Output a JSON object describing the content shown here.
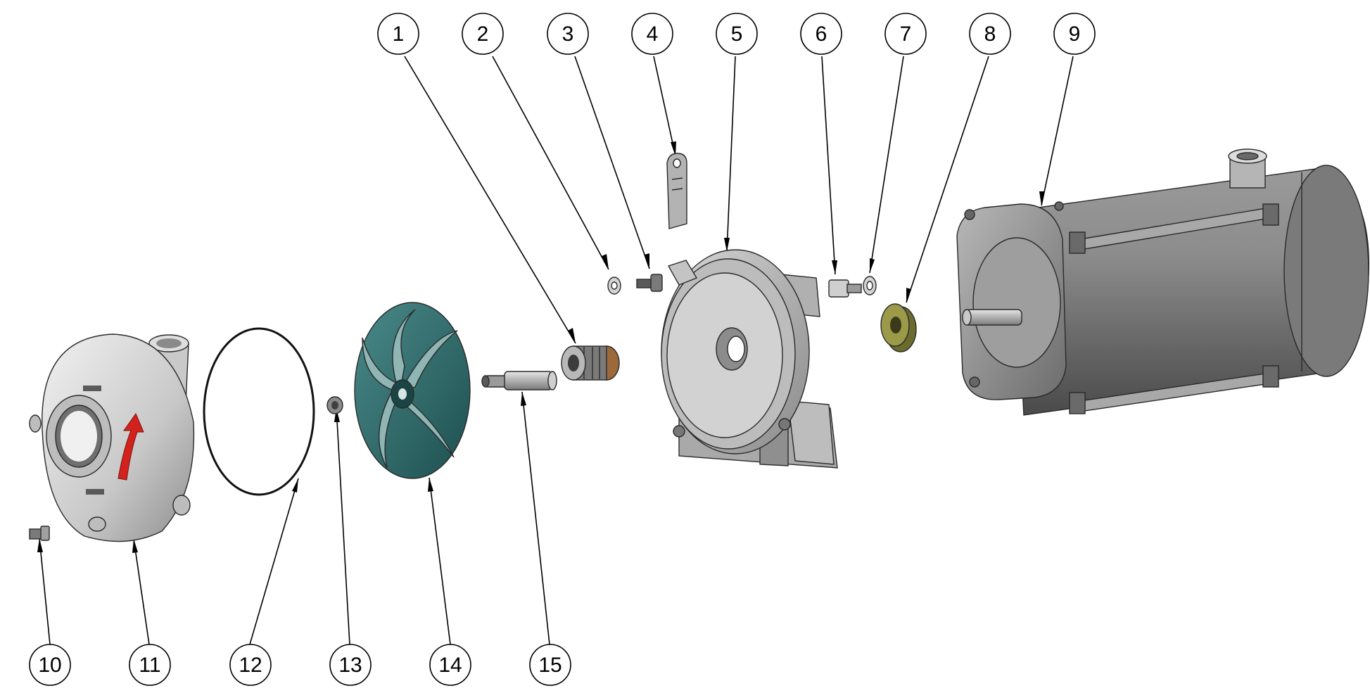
{
  "diagram": {
    "type": "exploded-assembly",
    "balloons": [
      {
        "id": "1",
        "label": "1",
        "part": "mechanical-seal"
      },
      {
        "id": "2",
        "label": "2",
        "part": "washer"
      },
      {
        "id": "3",
        "label": "3",
        "part": "bolt"
      },
      {
        "id": "4",
        "label": "4",
        "part": "nameplate-tag"
      },
      {
        "id": "5",
        "label": "5",
        "part": "backplate-adapter"
      },
      {
        "id": "6",
        "label": "6",
        "part": "bolt"
      },
      {
        "id": "7",
        "label": "7",
        "part": "washer"
      },
      {
        "id": "8",
        "label": "8",
        "part": "shaft-collar"
      },
      {
        "id": "9",
        "label": "9",
        "part": "motor"
      },
      {
        "id": "10",
        "label": "10",
        "part": "drain-plug"
      },
      {
        "id": "11",
        "label": "11",
        "part": "pump-casing"
      },
      {
        "id": "12",
        "label": "12",
        "part": "o-ring-gasket"
      },
      {
        "id": "13",
        "label": "13",
        "part": "impeller-nut"
      },
      {
        "id": "14",
        "label": "14",
        "part": "impeller"
      },
      {
        "id": "15",
        "label": "15",
        "part": "shaft-sleeve"
      }
    ],
    "colors": {
      "impeller": "#2f6e6e",
      "rotation_arrow": "#d3221c",
      "collar": "#8a8a3c",
      "metal": "#b9b9b9",
      "seal_bronze": "#9c6a3a"
    }
  }
}
